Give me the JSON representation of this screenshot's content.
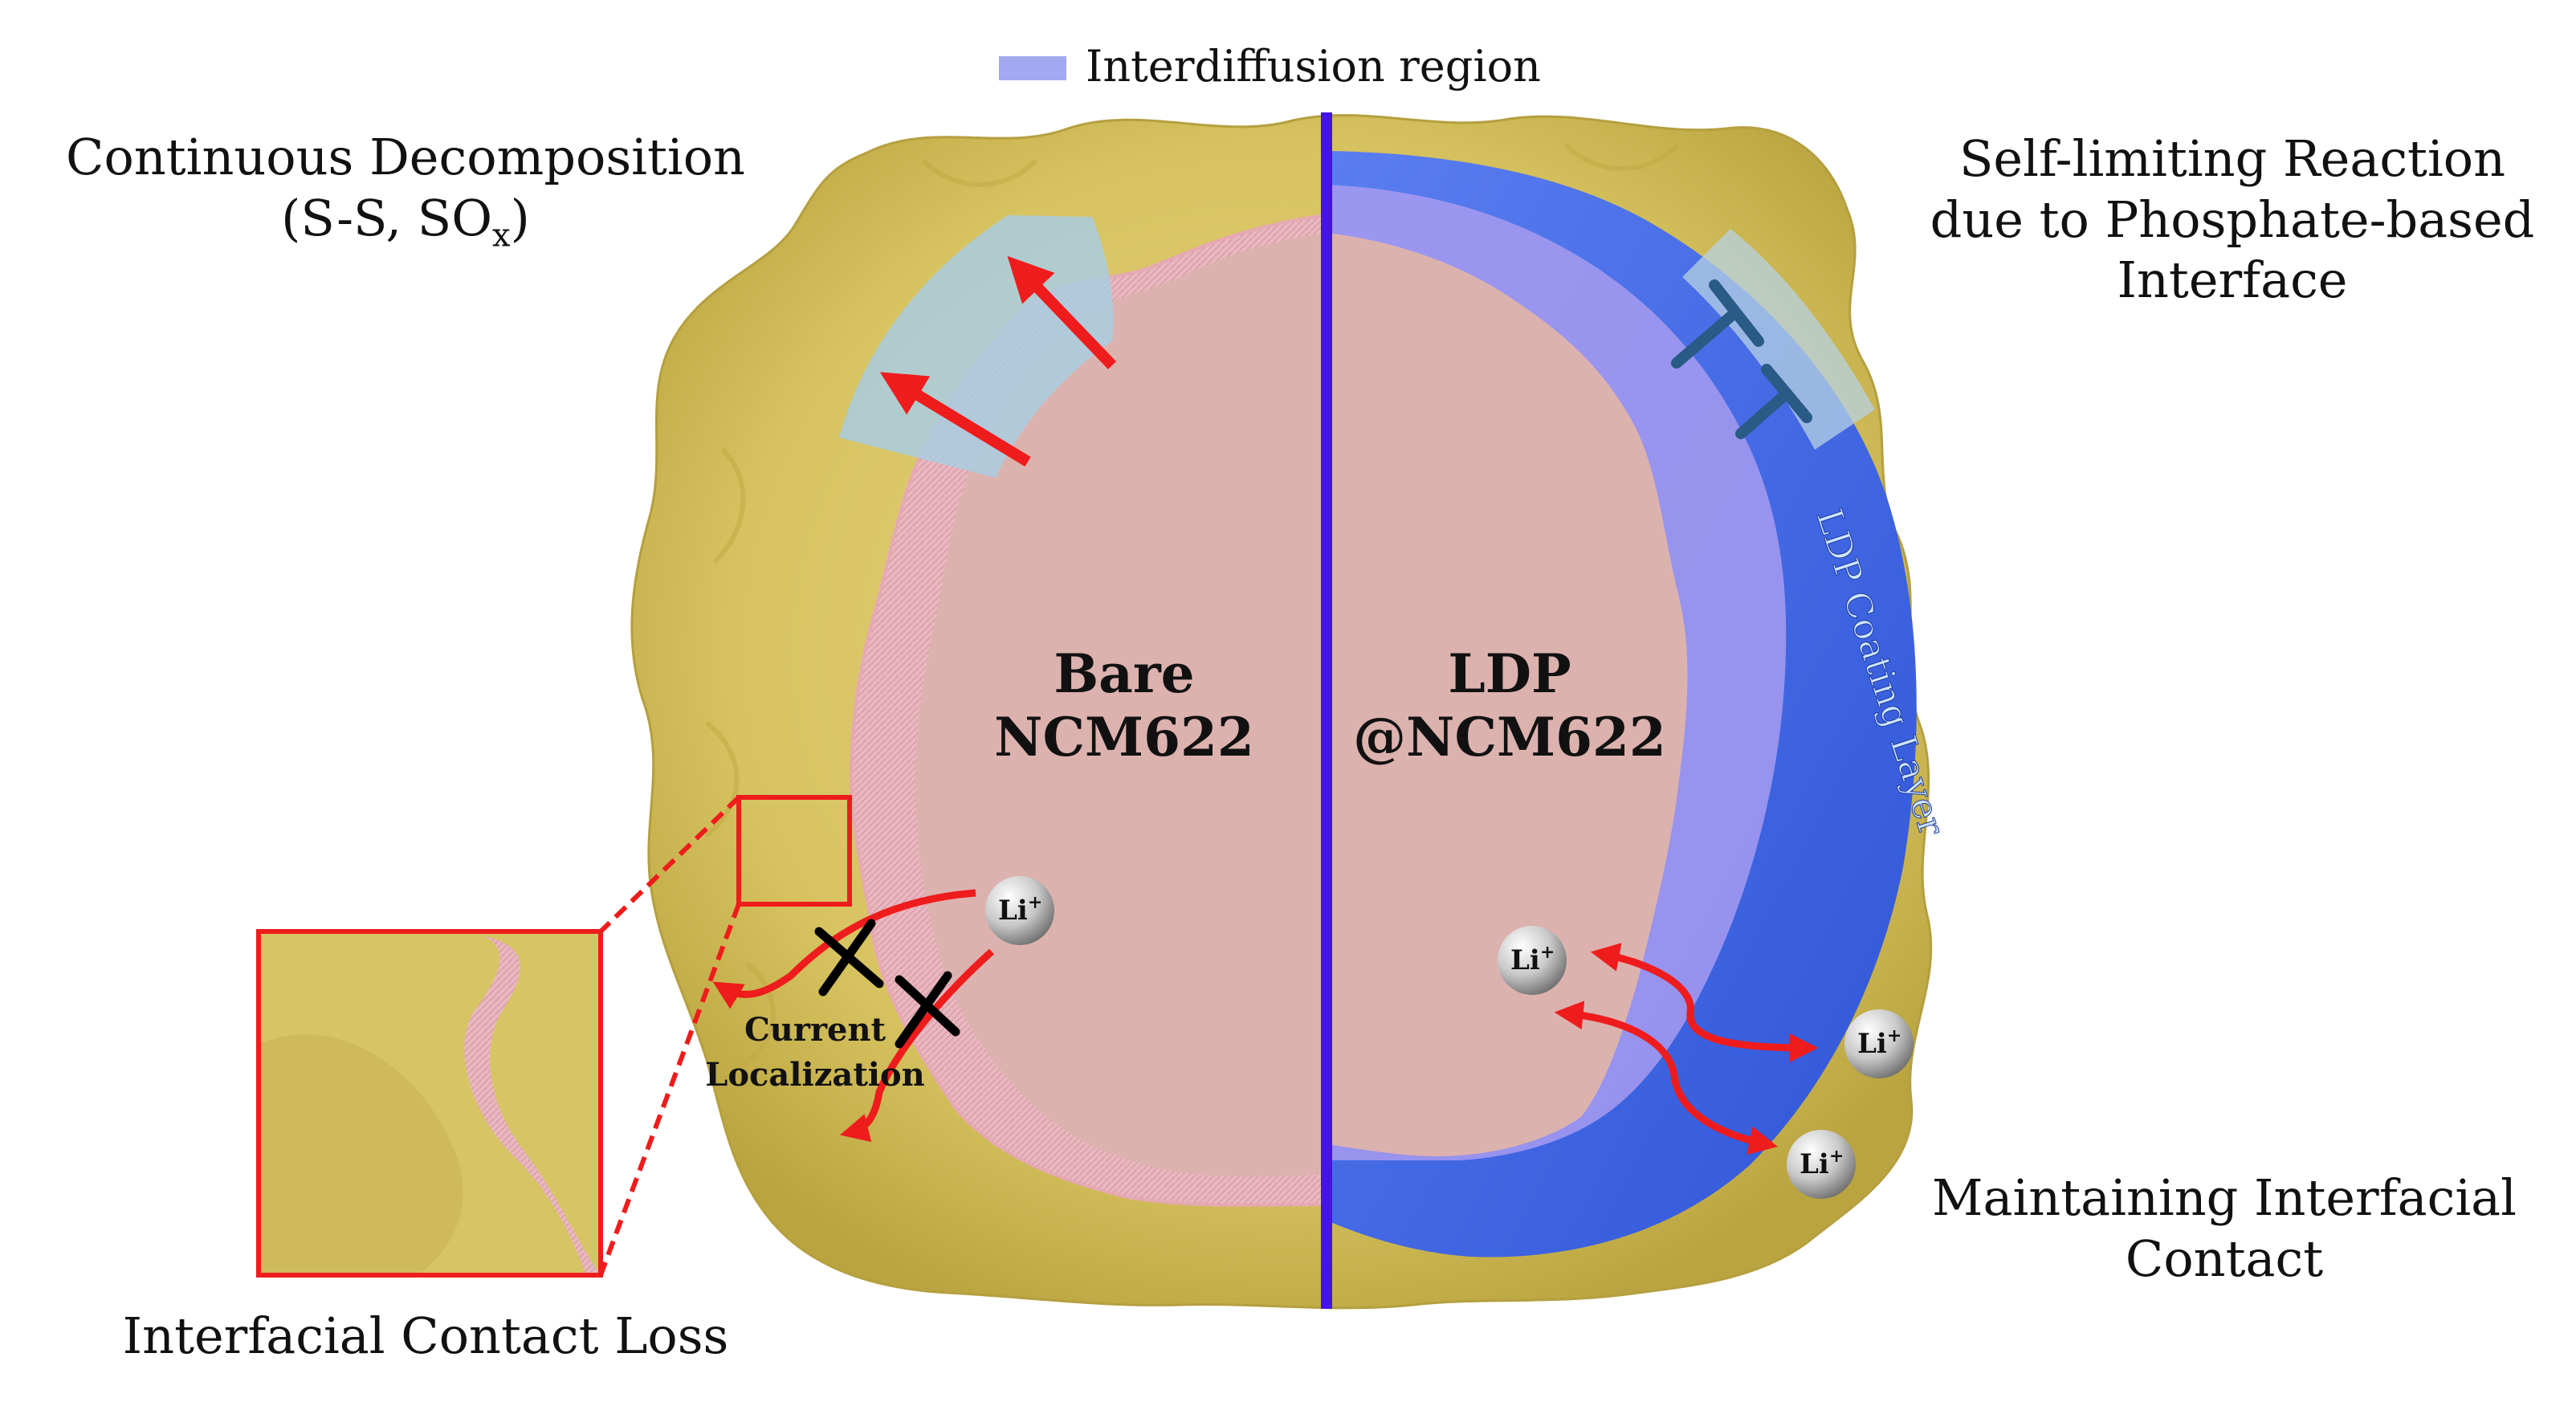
{
  "legend": {
    "label": "Interdiffusion region",
    "swatch_color": "#a3a9f0"
  },
  "left": {
    "title_line1": "Continuous Decomposition",
    "title_line2_main": "(S-S, SO",
    "title_line2_sub": "x",
    "title_line2_end": ")",
    "core_line1": "Bare",
    "core_line2": "NCM622",
    "annotation_line1": "Current",
    "annotation_line2": "Localization",
    "bottom_label": "Interfacial Contact Loss"
  },
  "right": {
    "title_line1": "Self-limiting Reaction",
    "title_line2": "due to Phosphate-based",
    "title_line3": "Interface",
    "core_line1": "LDP",
    "core_line2": "@NCM622",
    "coating_label": "LDP Coating Layer",
    "bottom_line1": "Maintaining Interfacial",
    "bottom_line2": "Contact"
  },
  "ion": {
    "main": "Li",
    "charge": "+"
  },
  "colors": {
    "electrolyte": "#d8c56a",
    "core": "#dcb2ae",
    "coating": "#3f68e8",
    "divider": "#4414e0",
    "arrow": "#ee1c1c",
    "block": "#2a5a86"
  }
}
